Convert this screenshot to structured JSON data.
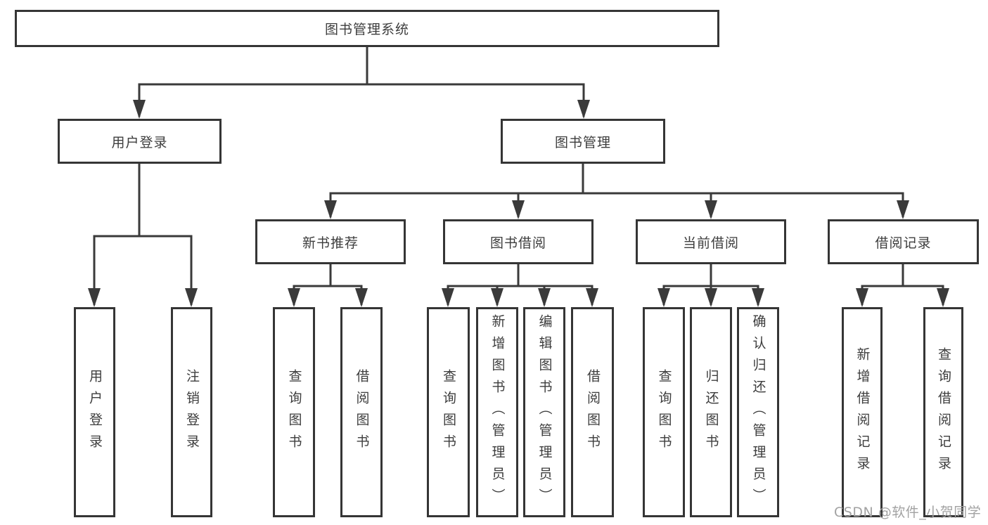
{
  "diagram": {
    "type": "hierarchy-tree",
    "title": "图书管理系统"
  },
  "colors": {
    "line": "#3a3a3a",
    "box_border": "#353535",
    "text": "#3d3d3d",
    "background": "#ffffff",
    "watermark": "#a2a2a2"
  },
  "nodes": {
    "root": {
      "label": "图书管理系统"
    },
    "user_login": {
      "label": "用户登录"
    },
    "book_mgmt": {
      "label": "图书管理"
    },
    "user_login_leaf": {
      "label": "用户登录"
    },
    "logout": {
      "label": "注销登录"
    },
    "new_book_rec": {
      "label": "新书推荐"
    },
    "book_borrow": {
      "label": "图书借阅"
    },
    "current_borrow": {
      "label": "当前借阅"
    },
    "borrow_record": {
      "label": "借阅记录"
    },
    "nb_query": {
      "label": "查询图书"
    },
    "nb_borrow": {
      "label": "借阅图书"
    },
    "bb_query": {
      "label": "查询图书"
    },
    "bb_add": {
      "label": "新增图书（管理员）"
    },
    "bb_edit": {
      "label": "编辑图书（管理员）"
    },
    "bb_borrow": {
      "label": "借阅图书"
    },
    "cb_query": {
      "label": "查询图书"
    },
    "cb_return": {
      "label": "归还图书"
    },
    "cb_confirm": {
      "label": "确认归还（管理员）"
    },
    "br_add": {
      "label": "新增借阅记录"
    },
    "br_query": {
      "label": "查询借阅记录"
    }
  },
  "edges": [
    {
      "from": "root",
      "to": "user_login"
    },
    {
      "from": "root",
      "to": "book_mgmt"
    },
    {
      "from": "user_login",
      "to": "user_login_leaf"
    },
    {
      "from": "user_login",
      "to": "logout"
    },
    {
      "from": "book_mgmt",
      "to": "new_book_rec"
    },
    {
      "from": "book_mgmt",
      "to": "book_borrow"
    },
    {
      "from": "book_mgmt",
      "to": "current_borrow"
    },
    {
      "from": "book_mgmt",
      "to": "borrow_record"
    },
    {
      "from": "new_book_rec",
      "to": "nb_query"
    },
    {
      "from": "new_book_rec",
      "to": "nb_borrow"
    },
    {
      "from": "book_borrow",
      "to": "bb_query"
    },
    {
      "from": "book_borrow",
      "to": "bb_add"
    },
    {
      "from": "book_borrow",
      "to": "bb_edit"
    },
    {
      "from": "book_borrow",
      "to": "bb_borrow"
    },
    {
      "from": "current_borrow",
      "to": "cb_query"
    },
    {
      "from": "current_borrow",
      "to": "cb_return"
    },
    {
      "from": "current_borrow",
      "to": "cb_confirm"
    },
    {
      "from": "borrow_record",
      "to": "br_add"
    },
    {
      "from": "borrow_record",
      "to": "br_query"
    }
  ],
  "watermark": {
    "text": "CSDN @软件_小贺同学"
  }
}
